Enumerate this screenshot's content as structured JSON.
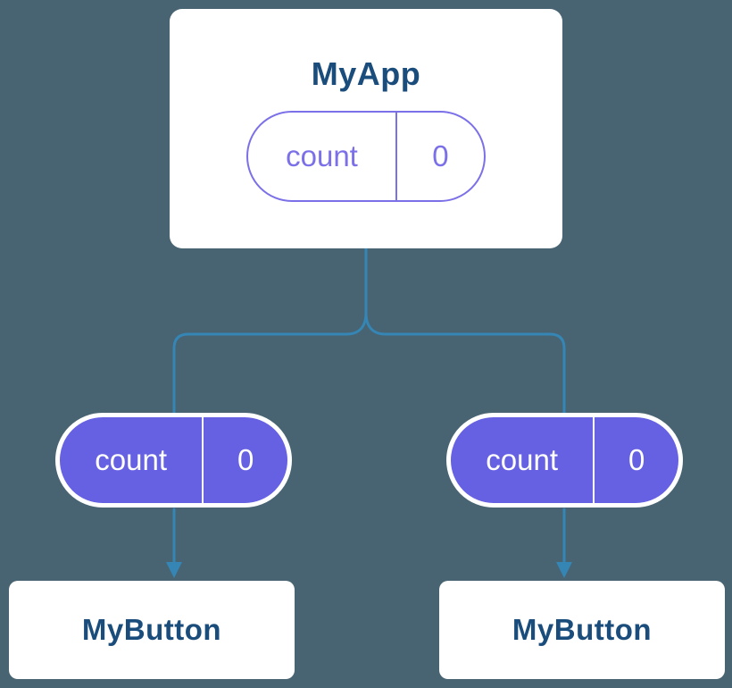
{
  "root": {
    "title": "MyApp",
    "state": {
      "label": "count",
      "value": "0"
    }
  },
  "children": [
    {
      "title": "MyButton",
      "prop": {
        "label": "count",
        "value": "0"
      }
    },
    {
      "title": "MyButton",
      "prop": {
        "label": "count",
        "value": "0"
      }
    }
  ],
  "colors": {
    "background": "#486472",
    "card_background": "#ffffff",
    "title_text": "#1b4d7c",
    "pill_fill": "#6660e2",
    "pill_outline": "#7b70e8",
    "connector": "#3585b5"
  }
}
